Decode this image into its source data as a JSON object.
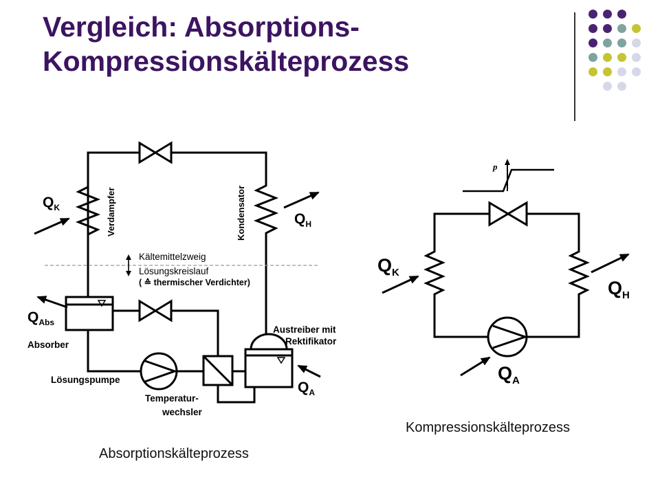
{
  "slide": {
    "title_line1": "Vergleich: Absorptions-",
    "title_line2": "Kompressionskälteprozess",
    "colors": {
      "title": "#3c1461",
      "purple": "#4a2370",
      "teal": "#7ea3a1",
      "olive": "#c5c534",
      "lavender": "#d7d7ea"
    }
  },
  "absorption_diagram": {
    "caption": "Absorptionskälteprozess",
    "labels": {
      "qk": "Q",
      "qk_sub": "K",
      "qh": "Q",
      "qh_sub": "H",
      "qabs": "Q",
      "qabs_sub": "Abs",
      "qa": "Q",
      "qa_sub": "A",
      "verdampfer": "Verdampfer",
      "kondensator": "Kondensator",
      "kaeltemittelzweig": "Kältemittelzweig",
      "loesungskreislauf": "Lösungskreislauf",
      "thermischer": "( ≙ thermischer Verdichter)",
      "austreiber_line1": "Austreiber mit",
      "austreiber_line2": "Rektifikator",
      "absorber": "Absorber",
      "loesungspumpe": "Lösungspumpe",
      "temperatur_line1": "Temperatur-",
      "temperatur_line2": "wechsler"
    }
  },
  "compression_diagram": {
    "caption": "Kompressionskälteprozess",
    "labels": {
      "p": "p",
      "qk": "Q",
      "qk_sub": "K",
      "qh": "Q",
      "qh_sub": "H",
      "qa": "Q",
      "qa_sub": "A"
    }
  }
}
